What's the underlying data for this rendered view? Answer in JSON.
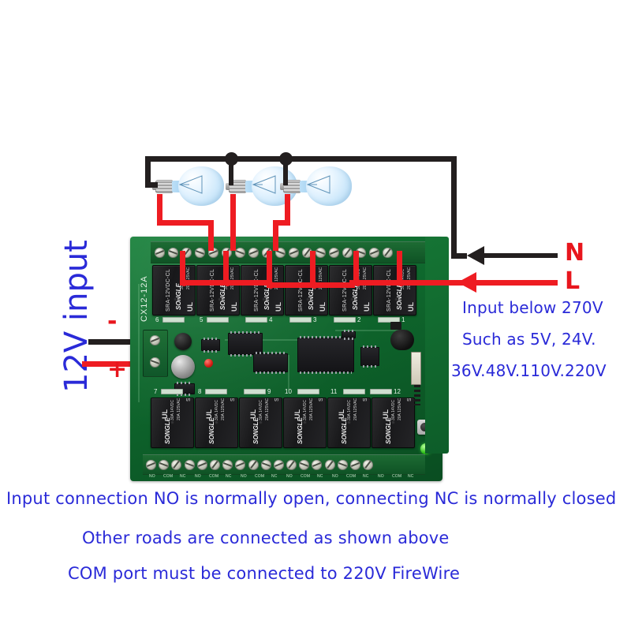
{
  "figure": {
    "type": "wiring-diagram",
    "subject": "12-channel 12V relay module wiring illustration"
  },
  "labels": {
    "left_input": "12V input",
    "dc_minus": "-",
    "dc_plus": "+",
    "ac_neutral": "N",
    "ac_live": "L"
  },
  "side_notes": [
    "Input below 270V",
    "Such as 5V, 24V.",
    "36V.48V.110V.220V"
  ],
  "bottom_notes": [
    "Input connection NO is normally open, connecting NC is normally closed",
    "Other roads are connected as shown above",
    "COM port must be connected to 220V FireWire"
  ],
  "board": {
    "silkscreen_id": "CX12-12A",
    "relay_part": "SRA-12VDC-CL",
    "relay_rating_line1": "30A 14VDC",
    "relay_rating_line2": "20A 125VAC",
    "relay_brand": "SONGLE",
    "ul_mark": "UL",
    "top_channel_numbers": [
      "6",
      "5",
      "4",
      "3",
      "2",
      "1"
    ],
    "bottom_channel_numbers": [
      "7",
      "8",
      "9",
      "10",
      "11",
      "12"
    ],
    "terminal_labels": [
      "NO",
      "COM",
      "NC"
    ],
    "terminal_groups_per_row": 6
  },
  "bulbs": {
    "count": 3,
    "kind": "incandescent-lamp"
  },
  "colors": {
    "blue_text": "#2a2ad8",
    "red_text": "#e8161d",
    "wire_live_red": "#ee1c22",
    "wire_neutral_black": "#231f1f",
    "pcb_green": "#0f6a2e",
    "bulb_glass": "#cfe9fb",
    "led_green": "#36c41e",
    "led_red": "#d61b14"
  }
}
